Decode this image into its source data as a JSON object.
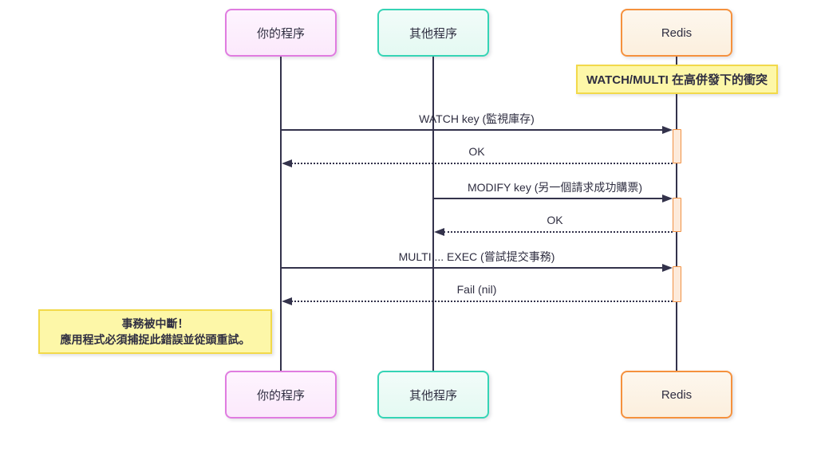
{
  "diagram": {
    "type": "sequence",
    "title_note": "WATCH/MULTI 在高併發下的衝突",
    "actors": [
      {
        "id": "your-program",
        "label": "你的程序"
      },
      {
        "id": "other-program",
        "label": "其他程序"
      },
      {
        "id": "redis",
        "label": "Redis"
      }
    ],
    "messages": [
      {
        "from": "你的程序",
        "to": "Redis",
        "label": "WATCH key (監視庫存)",
        "style": "solid"
      },
      {
        "from": "Redis",
        "to": "你的程序",
        "label": "OK",
        "style": "dotted"
      },
      {
        "from": "其他程序",
        "to": "Redis",
        "label": "MODIFY key (另一個請求成功購票)",
        "style": "solid"
      },
      {
        "from": "Redis",
        "to": "其他程序",
        "label": "OK",
        "style": "dotted"
      },
      {
        "from": "你的程序",
        "to": "Redis",
        "label": "MULTI ... EXEC (嘗試提交事務)",
        "style": "solid"
      },
      {
        "from": "Redis",
        "to": "你的程序",
        "label": "Fail (nil)",
        "style": "dotted"
      }
    ],
    "abort_note": {
      "line1": "事務被中斷！",
      "line2": "應用程式必須捕捉此錯誤並從頭重試。"
    },
    "colors": {
      "actor_your_program_border": "#e07ce0",
      "actor_your_program_fill": "#fdf0fd",
      "actor_other_program_border": "#35d4b5",
      "actor_other_program_fill": "#effbf8",
      "actor_redis_border": "#f5913d",
      "actor_redis_fill": "#fdf5ea",
      "note_fill": "#fdf7a8",
      "note_border": "#f2d94a",
      "activation_fill": "#fdeada",
      "activation_border": "#f19143",
      "line": "#33324b",
      "text": "#2f2e41"
    }
  }
}
